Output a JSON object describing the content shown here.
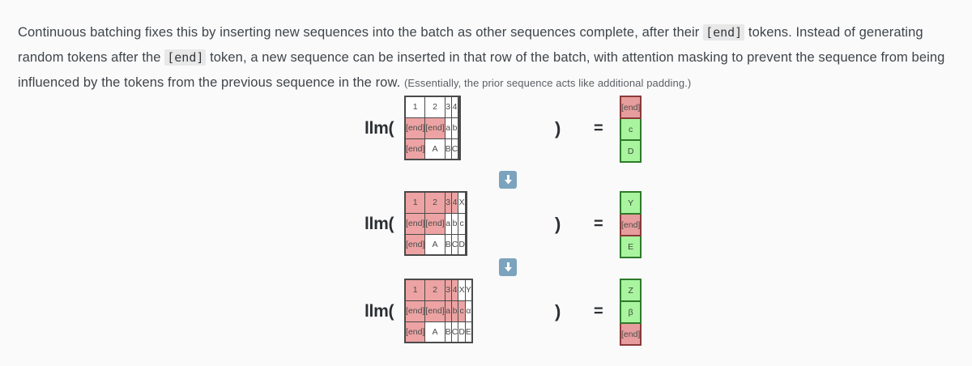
{
  "prose": {
    "seg1": "Continuous batching fixes this by inserting new sequences into the batch as other sequences complete, after their ",
    "code1": "[end]",
    "seg2": " tokens. Instead of generating random tokens after the ",
    "code2": "[end]",
    "seg3": " token, a new sequence can be inserted in that row of the batch, with attention masking to prevent the sequence from being influenced by the tokens from the previous sequence in the row. ",
    "aside": "(Essentially, the prior sequence acts like additional padding.)"
  },
  "figure": {
    "llm_label": "llm(",
    "close_paren": ")",
    "equals": "=",
    "arrow_icon": "arrow-down-icon",
    "colors": {
      "red_fill": "#eda3a3",
      "green_fill": "#a9f49f",
      "red_border": "#8b3a3a",
      "green_border": "#2f7a2a",
      "grid_border": "#4a4a4a",
      "arrow_button": "#7ba3bd"
    },
    "steps": [
      {
        "grid": {
          "columns": 6,
          "rows": [
            [
              {
                "t": "1",
                "s": "plain"
              },
              {
                "t": "2",
                "s": "plain"
              },
              {
                "t": "3",
                "s": "plain"
              },
              {
                "t": "4",
                "s": "plain"
              },
              {
                "t": "",
                "s": "plain"
              },
              {
                "t": "",
                "s": "plain"
              }
            ],
            [
              {
                "t": "[end]",
                "s": "red"
              },
              {
                "t": "[end]",
                "s": "red"
              },
              {
                "t": "a",
                "s": "plain"
              },
              {
                "t": "b",
                "s": "plain"
              },
              {
                "t": "",
                "s": "plain"
              },
              {
                "t": "",
                "s": "plain"
              }
            ],
            [
              {
                "t": "[end]",
                "s": "red"
              },
              {
                "t": "A",
                "s": "plain"
              },
              {
                "t": "B",
                "s": "plain"
              },
              {
                "t": "C",
                "s": "plain"
              },
              {
                "t": "",
                "s": "plain"
              },
              {
                "t": "",
                "s": "plain"
              }
            ]
          ]
        },
        "result": [
          {
            "t": "[end]",
            "s": "red"
          },
          {
            "t": "c",
            "s": "green"
          },
          {
            "t": "D",
            "s": "green"
          }
        ]
      },
      {
        "grid": {
          "columns": 6,
          "rows": [
            [
              {
                "t": "1",
                "s": "red"
              },
              {
                "t": "2",
                "s": "red"
              },
              {
                "t": "3",
                "s": "red"
              },
              {
                "t": "4",
                "s": "red"
              },
              {
                "t": "X",
                "s": "plain"
              },
              {
                "t": "",
                "s": "plain"
              }
            ],
            [
              {
                "t": "[end]",
                "s": "red"
              },
              {
                "t": "[end]",
                "s": "red"
              },
              {
                "t": "a",
                "s": "plain"
              },
              {
                "t": "b",
                "s": "plain"
              },
              {
                "t": "c",
                "s": "plain"
              },
              {
                "t": "",
                "s": "plain"
              }
            ],
            [
              {
                "t": "[end]",
                "s": "red"
              },
              {
                "t": "A",
                "s": "plain"
              },
              {
                "t": "B",
                "s": "plain"
              },
              {
                "t": "C",
                "s": "plain"
              },
              {
                "t": "D",
                "s": "plain"
              },
              {
                "t": "",
                "s": "plain"
              }
            ]
          ]
        },
        "result": [
          {
            "t": "Y",
            "s": "green"
          },
          {
            "t": "[end]",
            "s": "red"
          },
          {
            "t": "E",
            "s": "green"
          }
        ]
      },
      {
        "grid": {
          "columns": 6,
          "rows": [
            [
              {
                "t": "1",
                "s": "red"
              },
              {
                "t": "2",
                "s": "red"
              },
              {
                "t": "3",
                "s": "red"
              },
              {
                "t": "4",
                "s": "red"
              },
              {
                "t": "X",
                "s": "plain"
              },
              {
                "t": "Y",
                "s": "plain"
              }
            ],
            [
              {
                "t": "[end]",
                "s": "red"
              },
              {
                "t": "[end]",
                "s": "red"
              },
              {
                "t": "a",
                "s": "red"
              },
              {
                "t": "b",
                "s": "red"
              },
              {
                "t": "c",
                "s": "red"
              },
              {
                "t": "α",
                "s": "plain"
              }
            ],
            [
              {
                "t": "[end]",
                "s": "red"
              },
              {
                "t": "A",
                "s": "plain"
              },
              {
                "t": "B",
                "s": "plain"
              },
              {
                "t": "C",
                "s": "plain"
              },
              {
                "t": "D",
                "s": "plain"
              },
              {
                "t": "E",
                "s": "plain"
              }
            ]
          ]
        },
        "result": [
          {
            "t": "Z",
            "s": "green"
          },
          {
            "t": "β",
            "s": "green"
          },
          {
            "t": "[end]",
            "s": "red"
          }
        ]
      }
    ]
  }
}
